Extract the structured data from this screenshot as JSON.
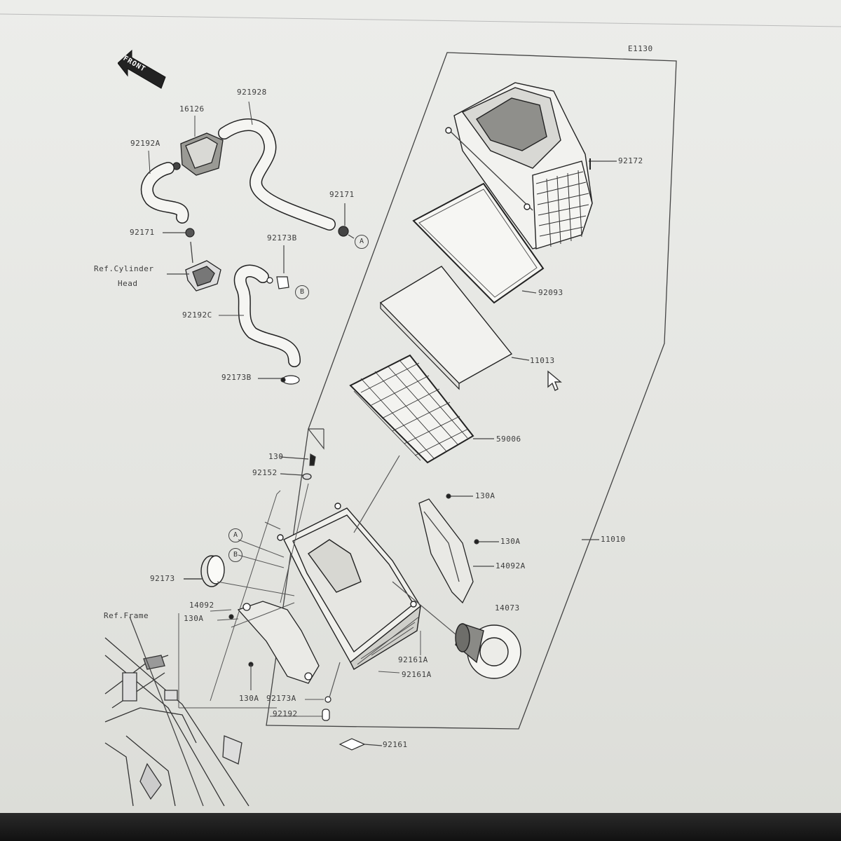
{
  "diagram": {
    "page_code": "E1130",
    "front_marker": "FRONT",
    "refs": {
      "cylinder_head": [
        "Ref.Cylinder",
        "Head"
      ],
      "frame": "Ref.Frame"
    },
    "callouts": {
      "A": "A",
      "B": "B"
    },
    "part_labels": [
      {
        "id": "p-921928",
        "text": "921928"
      },
      {
        "id": "p-16126",
        "text": "16126"
      },
      {
        "id": "p-92192a",
        "text": "92192A"
      },
      {
        "id": "p-92171-top",
        "text": "92171"
      },
      {
        "id": "p-92171-left",
        "text": "92171"
      },
      {
        "id": "p-92173b-top",
        "text": "92173B"
      },
      {
        "id": "p-92192c",
        "text": "92192C"
      },
      {
        "id": "p-92173b-bot",
        "text": "92173B"
      },
      {
        "id": "p-92172",
        "text": "92172"
      },
      {
        "id": "p-92093",
        "text": "92093"
      },
      {
        "id": "p-11013",
        "text": "11013"
      },
      {
        "id": "p-59006",
        "text": "59006"
      },
      {
        "id": "p-130",
        "text": "130"
      },
      {
        "id": "p-92152",
        "text": "92152"
      },
      {
        "id": "p-130a-1",
        "text": "130A"
      },
      {
        "id": "p-130a-2",
        "text": "130A"
      },
      {
        "id": "p-14092a",
        "text": "14092A"
      },
      {
        "id": "p-11010",
        "text": "11010"
      },
      {
        "id": "p-14073",
        "text": "14073"
      },
      {
        "id": "p-92173",
        "text": "92173"
      },
      {
        "id": "p-14092",
        "text": "14092"
      },
      {
        "id": "p-130a-3",
        "text": "130A"
      },
      {
        "id": "p-92161a-1",
        "text": "92161A"
      },
      {
        "id": "p-92161a-2",
        "text": "92161A"
      },
      {
        "id": "p-130a-4",
        "text": "130A"
      },
      {
        "id": "p-92173a",
        "text": "92173A"
      },
      {
        "id": "p-92192",
        "text": "92192"
      },
      {
        "id": "p-92161",
        "text": "92161"
      }
    ]
  }
}
